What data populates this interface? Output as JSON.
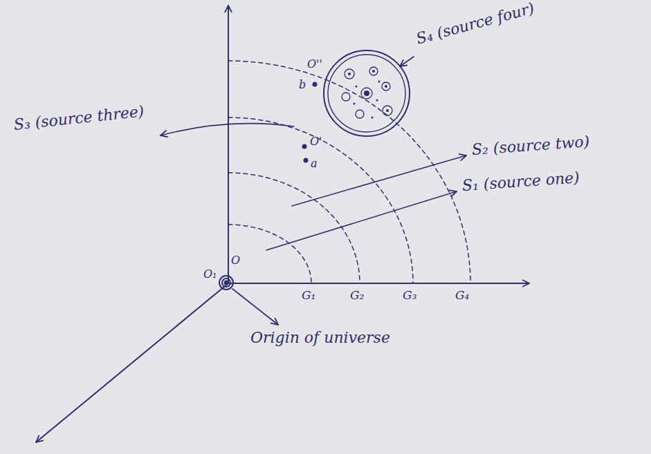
{
  "diagram": {
    "labels": [
      "S₄ (source four)",
      "O''",
      "b",
      "S₃ (source three)",
      "O'",
      "a",
      "S₂ (source two)",
      "S₁ (source one)",
      "O",
      "O₁",
      "G₁",
      "G₂",
      "G₃",
      "G₄",
      "Origin of universe"
    ]
  }
}
